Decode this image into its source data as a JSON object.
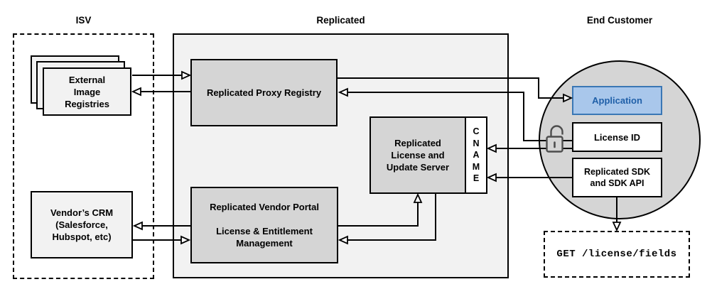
{
  "sections": {
    "isv": {
      "title": "ISV"
    },
    "replicated": {
      "title": "Replicated"
    },
    "end_customer": {
      "title": "End Customer"
    }
  },
  "nodes": {
    "external_image_registries": {
      "label": "External\nImage\nRegistries"
    },
    "vendors_crm": {
      "label": "Vendor’s CRM\n(Salesforce,\nHubspot, etc)"
    },
    "proxy_registry": {
      "label": "Replicated Proxy Registry"
    },
    "vendor_portal": {
      "label": "Replicated Vendor Portal\n\nLicense & Entitlement\nManagement"
    },
    "license_update_server": {
      "label": "Replicated\nLicense and\nUpdate Server"
    },
    "cname": {
      "label": "C\nN\nA\nM\nE"
    },
    "application": {
      "label": "Application"
    },
    "license_id": {
      "label": "License ID"
    },
    "replicated_sdk": {
      "label": "Replicated SDK\nand SDK API"
    },
    "get_request": {
      "label": "GET /license/fields"
    }
  },
  "icons": {
    "unlock_icon": "open-padlock"
  },
  "edges": [
    {
      "from": "external_image_registries",
      "to": "proxy_registry"
    },
    {
      "from": "proxy_registry",
      "to": "external_image_registries"
    },
    {
      "from": "proxy_registry",
      "to": "application"
    },
    {
      "from": "license_id",
      "to": "proxy_registry"
    },
    {
      "from": "license_id",
      "to": "cname"
    },
    {
      "from": "replicated_sdk",
      "to": "cname"
    },
    {
      "from": "vendor_portal",
      "to": "vendors_crm"
    },
    {
      "from": "vendors_crm",
      "to": "vendor_portal"
    },
    {
      "from": "vendor_portal",
      "to": "license_update_server"
    },
    {
      "from": "license_update_server",
      "to": "vendor_portal"
    },
    {
      "from": "replicated_sdk",
      "to": "get_request"
    }
  ],
  "colors": {
    "stroke": "#000000",
    "container_fill": "#f2f2f2",
    "node_fill": "#d5d5d5",
    "white_fill": "#ffffff",
    "circle_fill": "#d5d5d5",
    "application_fill": "#a9c7eb",
    "application_stroke": "#3a77b5",
    "application_text": "#1f5fa8",
    "lock_stroke": "#4d4d4d"
  }
}
